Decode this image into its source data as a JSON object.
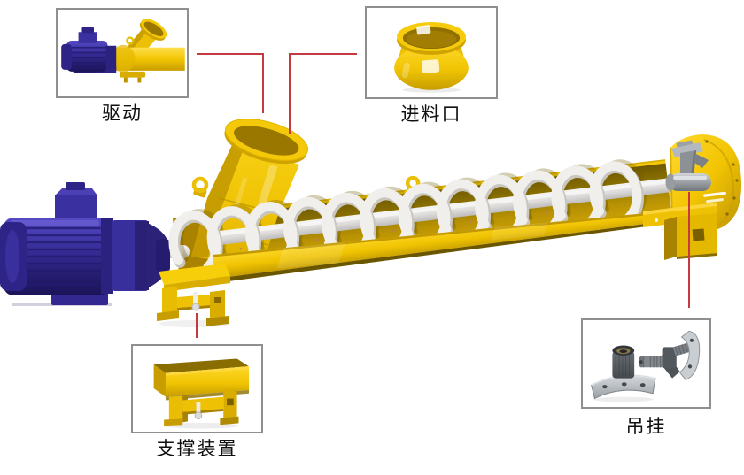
{
  "diagram": {
    "type": "product-callout-diagram",
    "subject": "screw conveyor 3D render",
    "callouts": [
      {
        "id": "drive",
        "label": "驱动",
        "position": "top-left",
        "thumbnail": "motor-with-inlet-chute"
      },
      {
        "id": "feed-inlet",
        "label": "进料口",
        "position": "top-center",
        "thumbnail": "yellow-feed-funnel"
      },
      {
        "id": "support",
        "label": "支撑装置",
        "position": "bottom-left",
        "thumbnail": "yellow-support-stand"
      },
      {
        "id": "hanger",
        "label": "吊挂",
        "position": "bottom-right",
        "thumbnail": "hanger-bearing-parts"
      }
    ],
    "colors": {
      "accent_red": "#c43a40",
      "machine_yellow": "#f2c503",
      "machine_yellow_dark": "#a98200",
      "motor_indigo": "#342a92",
      "screw_white": "#f0efec",
      "steel_gray": "#9aa0a5",
      "box_border": "#8f8f8f",
      "label_text": "#101010",
      "background": "#ffffff"
    }
  }
}
